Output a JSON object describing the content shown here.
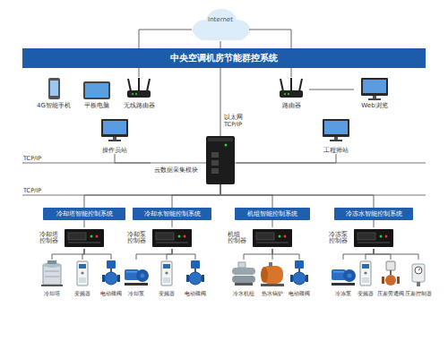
{
  "diagram": {
    "title": "中央空调机房节能群控系统",
    "nodes": [
      {
        "text": [
          "4G智能手机"
        ]
      },
      {
        "text": [
          "平板电脑"
        ]
      },
      {
        "text": [
          "无线路由器"
        ]
      },
      {
        "text": [
          "Internet"
        ]
      },
      {
        "text": [
          "路由器"
        ]
      },
      {
        "text": [
          "Web浏览"
        ]
      },
      {
        "text": [
          "操作员站"
        ]
      },
      {
        "text": [
          "云数据采集模块"
        ]
      },
      {
        "text": [
          "工程师站"
        ]
      },
      {
        "text": [
          "冷却塔智能控制系统"
        ]
      },
      {
        "text": [
          "冷却塔 控制器"
        ]
      },
      {
        "text": [
          "冷却塔"
        ]
      },
      {
        "text": [
          "变频器"
        ]
      },
      {
        "text": [
          "电动碟阀"
        ]
      },
      {
        "text": [
          "冷却水智能控制系统"
        ]
      },
      {
        "text": [
          "冷却泵 控制器"
        ]
      },
      {
        "text": [
          "冷却泵"
        ]
      },
      {
        "text": [
          "变频器"
        ]
      },
      {
        "text": [
          "电动碟阀"
        ]
      },
      {
        "text": [
          "机组智能控制系统"
        ]
      },
      {
        "text": [
          "机组 控制器"
        ]
      },
      {
        "text": [
          "冷水机组"
        ]
      },
      {
        "text": [
          "热水锅炉"
        ]
      },
      {
        "text": [
          "电动碟阀"
        ]
      },
      {
        "text": [
          "冷冻水智能控制系统"
        ]
      },
      {
        "text": [
          "冷冻泵 控制器"
        ]
      },
      {
        "text": [
          "冷冻泵"
        ]
      },
      {
        "text": [
          "变频器"
        ]
      },
      {
        "text": [
          "压差旁通阀"
        ]
      },
      {
        "text": [
          "压差控制器"
        ]
      }
    ],
    "edges": [
      {
        "from": 2,
        "to": 3,
        "arrow": "none"
      },
      {
        "from": 3,
        "to": 4,
        "arrow": "none"
      },
      {
        "from": 4,
        "to": 5,
        "arrow": "none"
      },
      {
        "from": 3,
        "to": 7,
        "label": "以太网 TCP/IP",
        "arrow": "none"
      },
      {
        "from": 6,
        "to": 7,
        "arrow": "none"
      },
      {
        "from": 8,
        "to": 7,
        "arrow": "none"
      },
      {
        "from": 7,
        "to": 9,
        "arrow": "none"
      },
      {
        "from": 7,
        "to": 14,
        "arrow": "none"
      },
      {
        "from": 7,
        "to": 19,
        "arrow": "none"
      },
      {
        "from": 7,
        "to": 24,
        "arrow": "none"
      },
      {
        "from": 9,
        "to": 10,
        "arrow": "none"
      },
      {
        "from": 10,
        "to": 11,
        "arrow": "none"
      },
      {
        "from": 10,
        "to": 12,
        "arrow": "none"
      },
      {
        "from": 10,
        "to": 13,
        "arrow": "none"
      },
      {
        "from": 14,
        "to": 15,
        "arrow": "none"
      },
      {
        "from": 15,
        "to": 16,
        "arrow": "none"
      },
      {
        "from": 15,
        "to": 17,
        "arrow": "none"
      },
      {
        "from": 15,
        "to": 18,
        "arrow": "none"
      },
      {
        "from": 19,
        "to": 20,
        "arrow": "none"
      },
      {
        "from": 20,
        "to": 21,
        "arrow": "none"
      },
      {
        "from": 20,
        "to": 22,
        "arrow": "none"
      },
      {
        "from": 20,
        "to": 23,
        "arrow": "none"
      },
      {
        "from": 24,
        "to": 25,
        "arrow": "none"
      },
      {
        "from": 25,
        "to": 26,
        "arrow": "none"
      },
      {
        "from": 25,
        "to": 27,
        "arrow": "none"
      },
      {
        "from": 25,
        "to": 28,
        "arrow": "none"
      },
      {
        "from": 25,
        "to": 29,
        "arrow": "none"
      }
    ],
    "labels": [
      "TCP/IP",
      "TCP/IP"
    ]
  }
}
